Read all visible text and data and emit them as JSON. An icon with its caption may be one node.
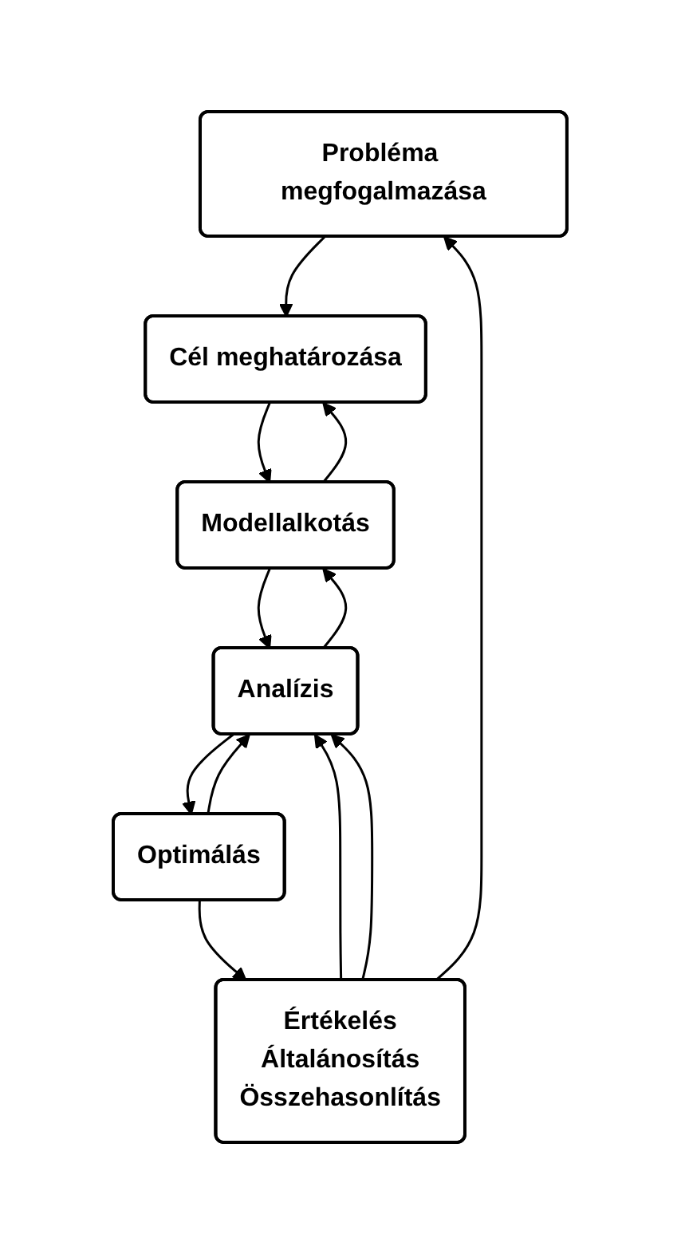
{
  "diagram": {
    "nodes": [
      {
        "text": [
          "Probléma megfogalmazása"
        ]
      },
      {
        "text": [
          "Cél meghatározása"
        ]
      },
      {
        "text": [
          "Modellalkotás"
        ]
      },
      {
        "text": [
          "Analízis"
        ]
      },
      {
        "text": [
          "Optimálás"
        ]
      },
      {
        "text": [
          "Értékelés",
          "Általánosítás",
          "Összehasonlítás"
        ]
      }
    ],
    "edges": [
      {
        "from": 0,
        "to": 1,
        "arrow": "to"
      },
      {
        "from": 1,
        "to": 2,
        "arrow": "to"
      },
      {
        "from": 2,
        "to": 3,
        "arrow": "to"
      },
      {
        "from": 3,
        "to": 4,
        "arrow": "to"
      },
      {
        "from": 4,
        "to": 5,
        "arrow": "to"
      },
      {
        "from": 2,
        "to": 1,
        "arrow": "to"
      },
      {
        "from": 3,
        "to": 2,
        "arrow": "to"
      },
      {
        "from": 4,
        "to": 3,
        "arrow": "to"
      },
      {
        "from": 5,
        "to": 3,
        "arrow": "to"
      },
      {
        "from": 5,
        "to": 3,
        "arrow": "to"
      },
      {
        "from": 5,
        "to": 0,
        "arrow": "to"
      }
    ]
  }
}
